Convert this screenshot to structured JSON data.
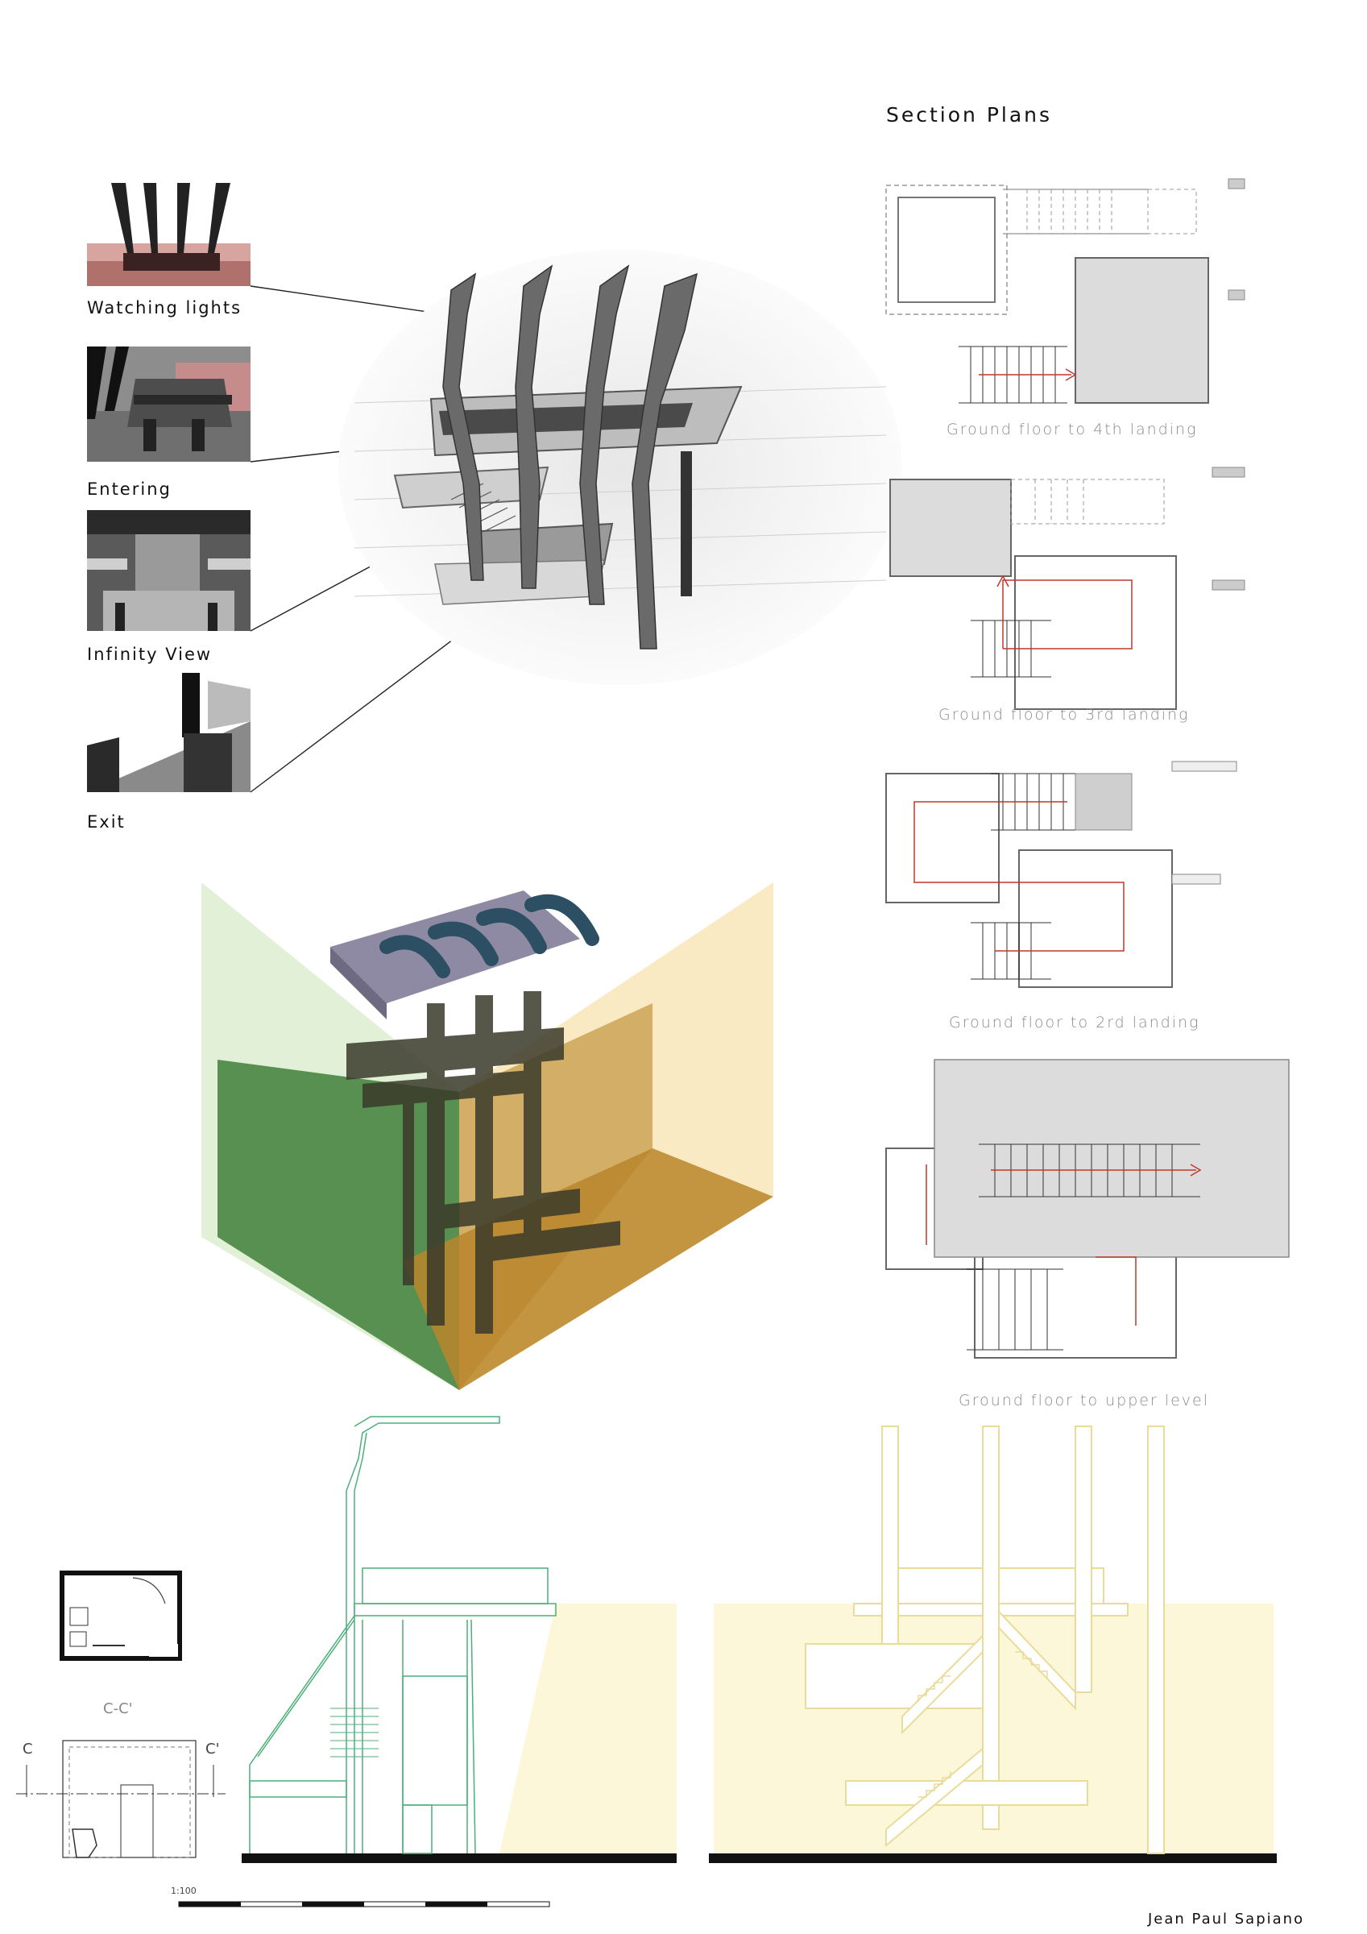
{
  "section_title": "Section Plans",
  "views": [
    {
      "label": "Watching lights"
    },
    {
      "label": "Entering"
    },
    {
      "label": "Infinity View"
    },
    {
      "label": "Exit"
    }
  ],
  "plans": [
    {
      "caption": "Ground floor to 4th landing"
    },
    {
      "caption": "Ground floor to 3rd landing"
    },
    {
      "caption": "Ground floor to 2rd landing"
    },
    {
      "caption": "Ground floor to upper level"
    }
  ],
  "section": {
    "label": "C-C'",
    "left_marker": "C",
    "right_marker": "C'"
  },
  "scale": {
    "label": "1:100"
  },
  "author": "Jean Paul Sapiano",
  "colors": {
    "stair_arrow": "#c0392b",
    "green_plane": "#3f7f3a",
    "ochre_plane": "#b9862a",
    "pillar_blue": "#2d4f63",
    "elevation_green": "#4caf7a",
    "elevation_fill": "#fbf7d8"
  }
}
